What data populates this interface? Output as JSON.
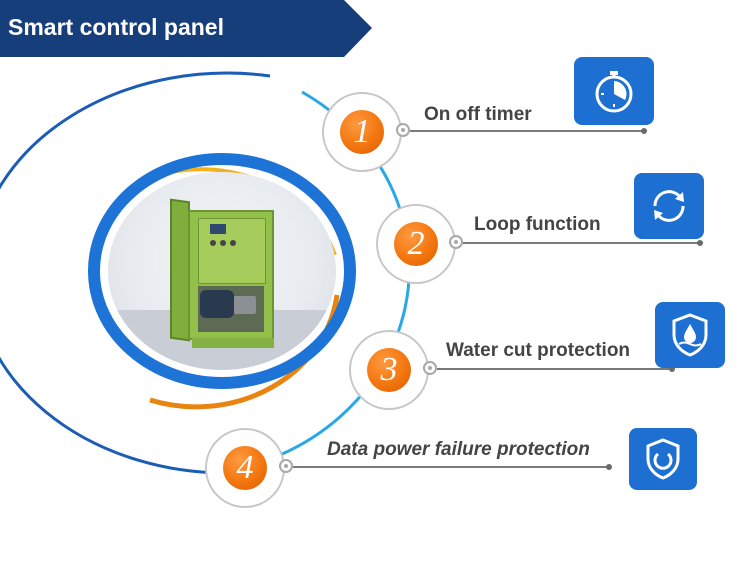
{
  "header": {
    "title": "Smart control panel"
  },
  "colors": {
    "banner": "#163e7a",
    "accent_blue": "#1d6fd1",
    "arc_light_blue": "#29a7e6",
    "arc_orange": "#e8840f",
    "arc_yellow": "#f3b21d",
    "number_orange": "#f3760f"
  },
  "product_image": {
    "subject": "green cabinet with pump and motor"
  },
  "features": [
    {
      "number": "1",
      "label": "On off timer",
      "icon": "timer-icon"
    },
    {
      "number": "2",
      "label": "Loop function",
      "icon": "loop-arrows-icon"
    },
    {
      "number": "3",
      "label": "Water cut protection",
      "icon": "water-shield-icon"
    },
    {
      "number": "4",
      "label": "Data power failure protection",
      "icon": "power-shield-icon"
    }
  ]
}
